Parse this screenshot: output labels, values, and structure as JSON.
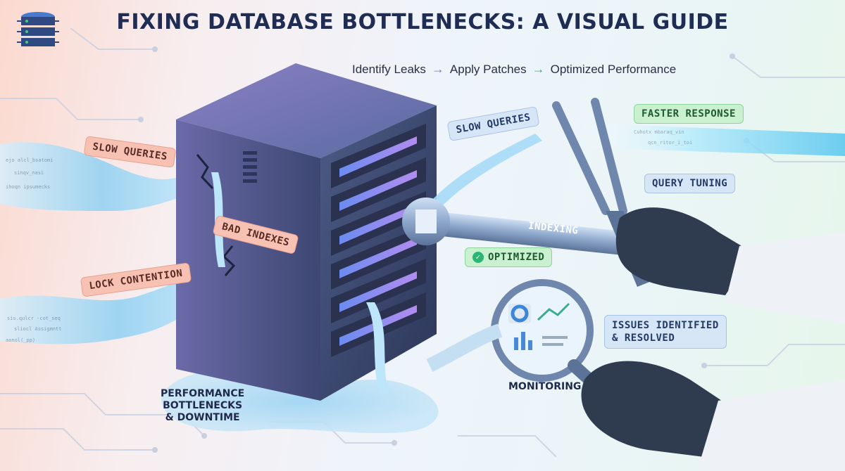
{
  "title": "FIXING DATABASE BOTTLENECKS: A VISUAL GUIDE",
  "flow": {
    "step1": "Identify Leaks",
    "step2": "Apply Patches",
    "step3": "Optimized Performance"
  },
  "labels": {
    "slow_queries_left": "SLOW QUERIES",
    "bad_indexes": "BAD INDEXES",
    "lock_contention": "LOCK CONTENTION",
    "slow_queries_right": "SLOW QUERIES",
    "faster_response": "FASTER RESPONSE",
    "query_tuning": "QUERY TUNING",
    "indexing": "INDEXING",
    "optimized": "OPTIMIZED",
    "issues_resolved": "ISSUES IDENTIFIED\n& RESOLVED",
    "monitoring": "MONITORING",
    "performance": "PERFORMANCE\nBOTTLENECKS\n& DOWNTIME"
  },
  "colors": {
    "title": "#1f2d55",
    "server": "#3f4f78",
    "leak_water": "#8fd0f2",
    "accent_green": "#2bb673",
    "accent_red": "#e8866f"
  },
  "icons": [
    "database-icon",
    "wrench-icon",
    "tuning-fork-icon",
    "magnifier-icon",
    "check-icon"
  ]
}
